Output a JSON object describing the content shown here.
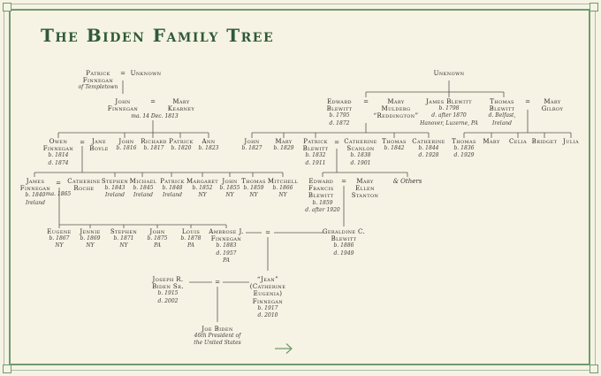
{
  "title": "The Biden Family Tree",
  "people": {
    "patrick_finnegan": {
      "name": "Patrick Finnegan",
      "dates": [
        "of Templetown"
      ]
    },
    "unknown_1": {
      "name": "Unknown",
      "dates": []
    },
    "john_finnegan": {
      "name": "John Finnegan",
      "dates": []
    },
    "mary_kearney": {
      "name": "Mary Kearney",
      "dates": []
    },
    "owen_finnegan": {
      "name": "Owen Finnegan",
      "dates": [
        "b. 1814",
        "d. 1874"
      ]
    },
    "jane_boyle": {
      "name": "Jane Boyle",
      "dates": []
    },
    "john_1816": {
      "name": "John",
      "dates": [
        "b. 1816"
      ]
    },
    "richard_1817": {
      "name": "Richard",
      "dates": [
        "b. 1817"
      ]
    },
    "patrick_1820": {
      "name": "Patrick",
      "dates": [
        "b. 1820"
      ]
    },
    "ann_1823": {
      "name": "Ann",
      "dates": [
        "b. 1823"
      ]
    },
    "james_finnegan": {
      "name": "James Finnegan",
      "dates": [
        "b. 1840",
        "Ireland"
      ]
    },
    "catherine_roche": {
      "name": "Catherine Roche",
      "dates": []
    },
    "stephen_1843": {
      "name": "Stephen",
      "dates": [
        "b. 1843",
        "Ireland"
      ]
    },
    "michael_1845": {
      "name": "Michael",
      "dates": [
        "b. 1845",
        "Ireland"
      ]
    },
    "patrick_1848": {
      "name": "Patrick",
      "dates": [
        "b. 1848",
        "Ireland"
      ]
    },
    "margaret_1852": {
      "name": "Margaret",
      "dates": [
        "b. 1852",
        "NY"
      ]
    },
    "john_1855": {
      "name": "John",
      "dates": [
        "b. 1855",
        "NY"
      ]
    },
    "thomas_1859": {
      "name": "Thomas",
      "dates": [
        "b. 1859",
        "NY"
      ]
    },
    "mitchell_1866": {
      "name": "Mitchell",
      "dates": [
        "b. 1866",
        "NY"
      ]
    },
    "eugene_1867": {
      "name": "Eugene",
      "dates": [
        "b. 1867",
        "NY"
      ]
    },
    "jennie_1869": {
      "name": "Jennie",
      "dates": [
        "b. 1869",
        "NY"
      ]
    },
    "stephen_1871": {
      "name": "Stephen",
      "dates": [
        "b. 1871",
        "NY"
      ]
    },
    "john_1875": {
      "name": "John",
      "dates": [
        "b. 1875",
        "PA"
      ]
    },
    "louis_1878": {
      "name": "Louis",
      "dates": [
        "b. 1878",
        "PA"
      ]
    },
    "ambrose_finnegan": {
      "name": "Ambrose J. Finnegan",
      "dates": [
        "b. 1883",
        "d. 1957",
        "PA"
      ]
    },
    "unknown_2": {
      "name": "Unknown",
      "dates": []
    },
    "edward_blewitt_1795": {
      "name": "Edward Blewitt",
      "dates": [
        "b. 1795",
        "d. 1872"
      ]
    },
    "mary_mulderg": {
      "name": "Mary Mulderg “Reddington”",
      "dates": []
    },
    "james_blewitt": {
      "name": "James Blewitt",
      "dates": [
        "b. 1798",
        "d. after 1870",
        "Hanover, Luzerne, PA"
      ]
    },
    "thomas_blewitt": {
      "name": "Thomas Blewitt",
      "dates": [
        "d. Belfast,",
        "Ireland"
      ]
    },
    "mary_gilroy": {
      "name": "Mary Gilroy",
      "dates": []
    },
    "john_1827": {
      "name": "John",
      "dates": [
        "b. 1827"
      ]
    },
    "mary_1829": {
      "name": "Mary",
      "dates": [
        "b. 1829"
      ]
    },
    "patrick_blewitt": {
      "name": "Patrick Blewitt",
      "dates": [
        "b. 1832",
        "d. 1911"
      ]
    },
    "catherine_scanlon": {
      "name": "Catherine Scanlon",
      "dates": [
        "b. 1838",
        "d. 1901"
      ]
    },
    "thomas_1842": {
      "name": "Thomas",
      "dates": [
        "b. 1842"
      ]
    },
    "catherine_1844": {
      "name": "Catherine",
      "dates": [
        "b. 1844",
        "d. 1928"
      ]
    },
    "thomas_1836": {
      "name": "Thomas",
      "dates": [
        "b. 1836",
        "d. 1929"
      ]
    },
    "mary_g": {
      "name": "Mary",
      "dates": []
    },
    "celia": {
      "name": "Celia",
      "dates": []
    },
    "bridget": {
      "name": "Bridget",
      "dates": []
    },
    "julia": {
      "name": "Julia",
      "dates": []
    },
    "edward_francis_blewitt": {
      "name": "Edward Francis Blewitt",
      "dates": [
        "b. 1859",
        "d. after 1920"
      ]
    },
    "mary_ellen_stanton": {
      "name": "Mary Ellen Stanton",
      "dates": []
    },
    "geraldine_blewitt": {
      "name": "Geraldine C. Blewitt",
      "dates": [
        "b. 1886",
        "d. 1949"
      ]
    },
    "joseph_biden_sr": {
      "name": "Joseph R. Biden Sr.",
      "dates": [
        "b. 1915",
        "d. 2002"
      ]
    },
    "jean_finnegan": {
      "name": "“Jean” (Catherine Eugenia) Finnegan",
      "dates": [
        "b. 1917",
        "d. 2010"
      ]
    },
    "joe_biden": {
      "name": "Joe Biden",
      "dates": [
        "46th President of",
        "the United States"
      ]
    }
  },
  "marriages": {
    "john_mary_kearney": "ma. 14 Dec. 1813",
    "james_catherine_roche": "ma. 1865"
  },
  "labels": {
    "and_others": "& Others",
    "equals": "="
  },
  "icons": {
    "next": "arrow-right-icon"
  },
  "colors": {
    "title": "#2f5a37",
    "border": "#6f9a6e",
    "background": "#f6f3e4"
  }
}
